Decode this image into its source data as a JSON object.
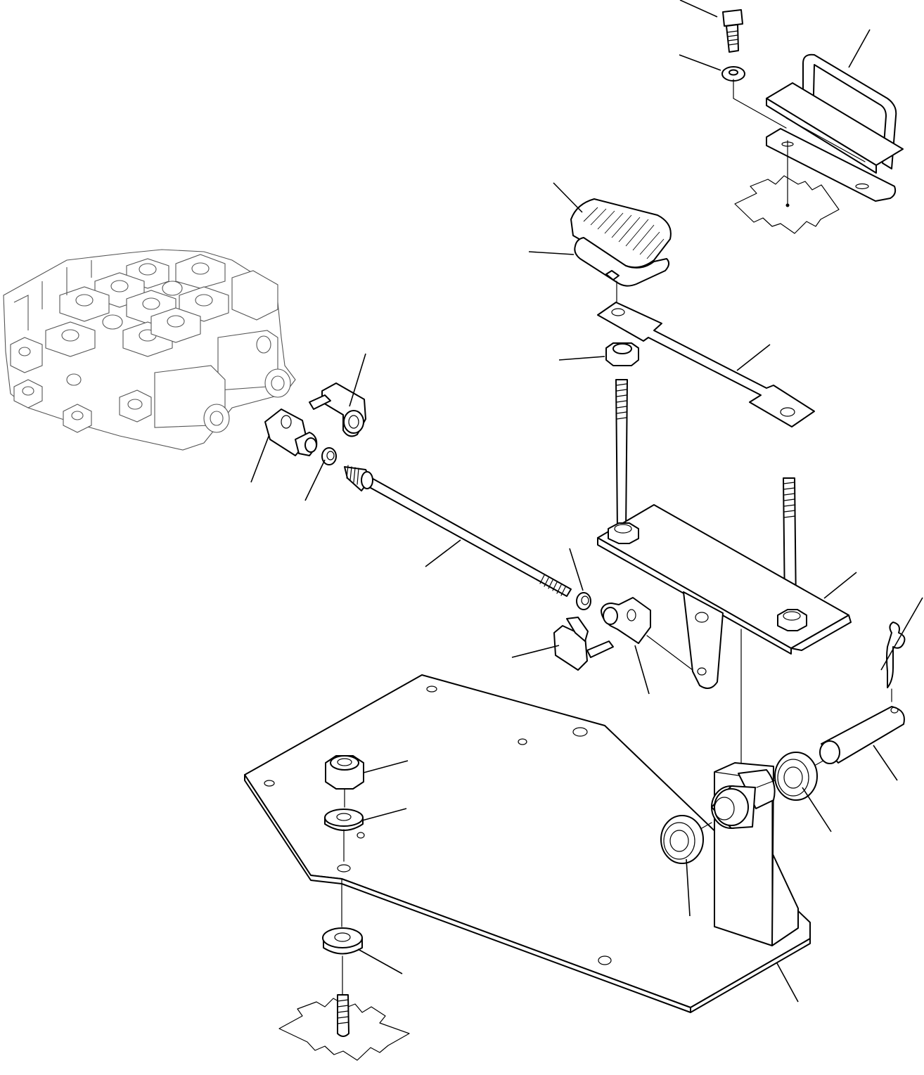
{
  "figure": {
    "kind": "exploded parts diagram",
    "text_labels": [],
    "leaders": [
      {
        "name": "bolt-leader",
        "to": [
          1020,
          24
        ]
      },
      {
        "name": "washer-top-leader",
        "to": [
          1025,
          100
        ]
      },
      {
        "name": "bracket-handle-leader",
        "to": [
          1207,
          96
        ]
      },
      {
        "name": "pedal-pad-leader",
        "to": [
          828,
          302
        ]
      },
      {
        "name": "pedal-rubber-leader",
        "to": [
          816,
          362
        ]
      },
      {
        "name": "pedal-nut-leader",
        "to": [
          860,
          507
        ]
      },
      {
        "name": "pedal-lever-leader",
        "to": [
          1048,
          527
        ]
      },
      {
        "name": "clip-leader",
        "to": [
          497,
          578
        ]
      },
      {
        "name": "clevis-left-leader",
        "to": [
          383,
          618
        ]
      },
      {
        "name": "nut-left-leader",
        "to": [
          462,
          654
        ]
      },
      {
        "name": "rod-leader",
        "to": [
          655,
          768
        ]
      },
      {
        "name": "nut-right-leader",
        "to": [
          829,
          840
        ]
      },
      {
        "name": "clip-right-leader",
        "to": [
          795,
          918
        ]
      },
      {
        "name": "clevis-right-leader",
        "to": [
          903,
          918
        ]
      },
      {
        "name": "pivot-plate-leader",
        "to": [
          1172,
          851
        ]
      },
      {
        "name": "cotter-pin-leader",
        "to": [
          1253,
          953
        ]
      },
      {
        "name": "pin-leader",
        "to": [
          1242,
          1060
        ]
      },
      {
        "name": "bearing-right-leader",
        "to": [
          1141,
          1120
        ]
      },
      {
        "name": "bearing-left-leader",
        "to": [
          976,
          1222
        ]
      },
      {
        "name": "nut-base-leader",
        "to": [
          517,
          1099
        ]
      },
      {
        "name": "washer-base-leader",
        "to": [
          515,
          1167
        ]
      },
      {
        "name": "washer-bottom-leader",
        "to": [
          509,
          1350
        ]
      },
      {
        "name": "base-plate-leader",
        "to": [
          1105,
          1370
        ]
      }
    ]
  }
}
